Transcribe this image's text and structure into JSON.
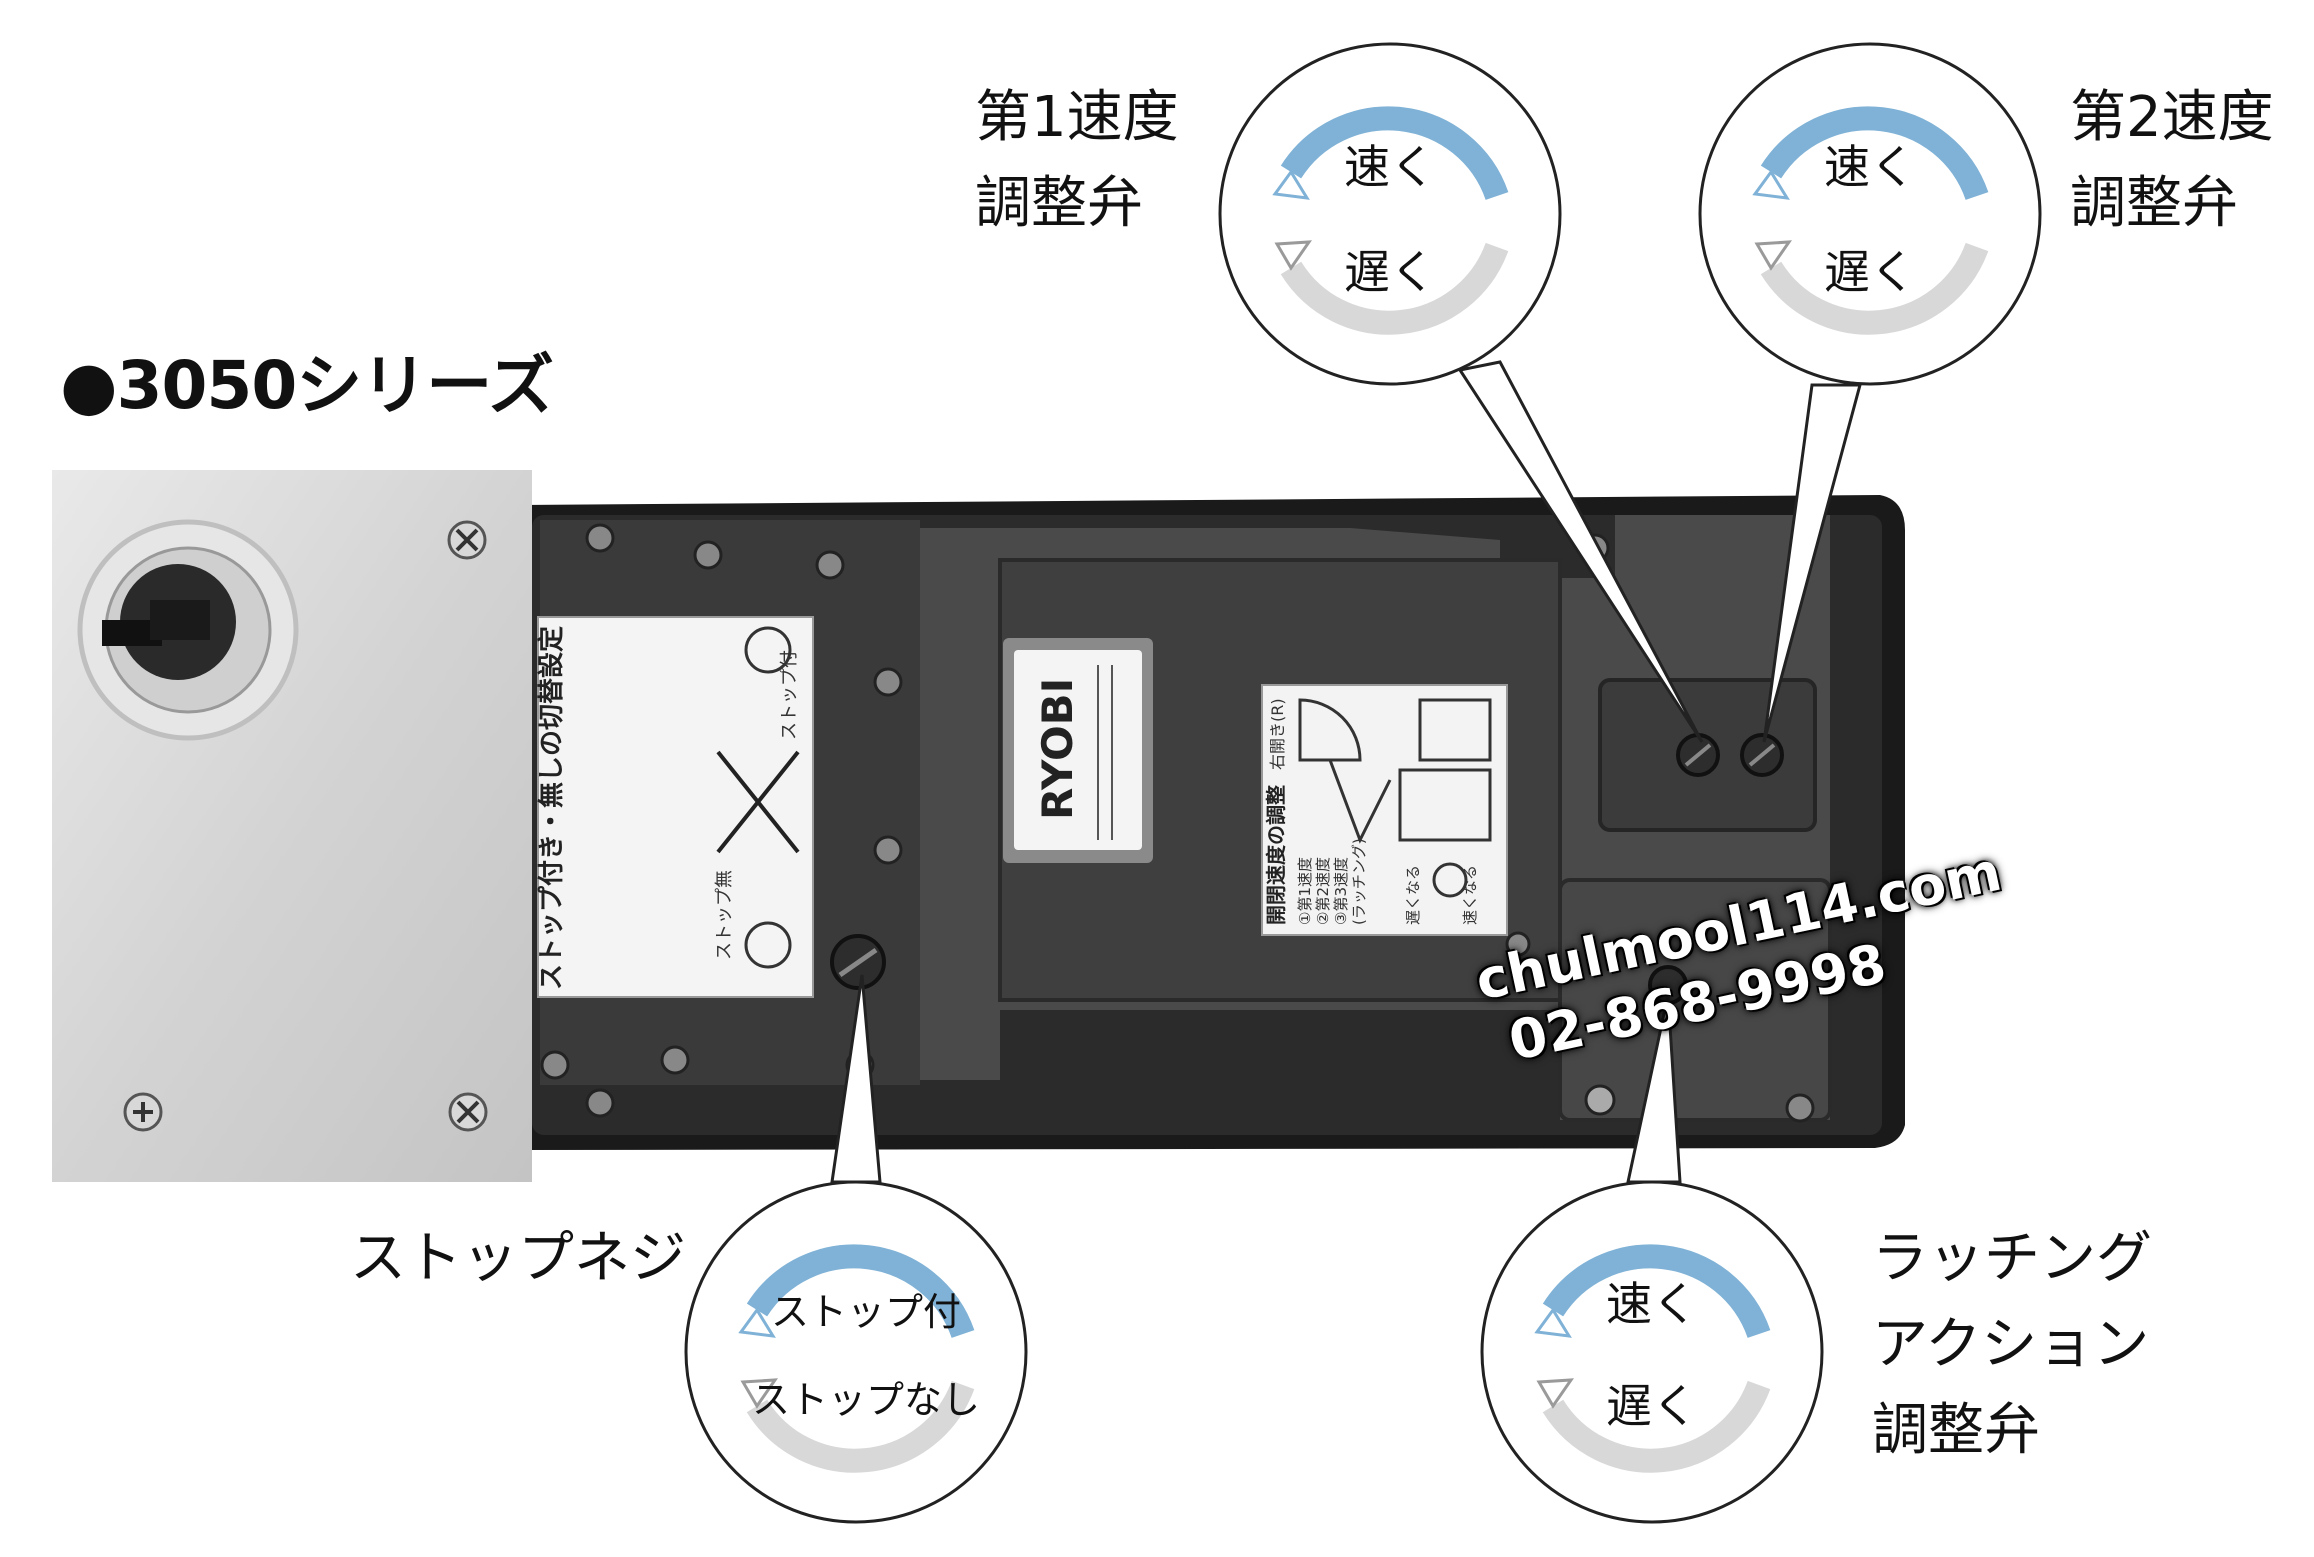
{
  "series_title": "●3050シリーズ",
  "callouts": {
    "speed1": {
      "line1": "第1速度",
      "line2": "調整弁"
    },
    "speed2": {
      "line1": "第2速度",
      "line2": "調整弁"
    },
    "stop_screw": {
      "line1": "ストップネジ"
    },
    "latching": {
      "line1": "ラッチング",
      "line2": "アクション",
      "line3": "調整弁"
    }
  },
  "dials": {
    "speed1": {
      "top": "速く",
      "bottom": "遅く"
    },
    "speed2": {
      "top": "速く",
      "bottom": "遅く"
    },
    "stop": {
      "top": "ストップ付",
      "bottom": "ストップなし"
    },
    "latching": {
      "top": "速く",
      "bottom": "遅く"
    }
  },
  "device": {
    "brand": "RYOBI",
    "left_label_title": "ストップ付き・無しの切替設定",
    "left_label_a": "ストップ付",
    "left_label_b": "ストップ無",
    "right_label_title": "開閉速度の調整",
    "right_label_side": "右開き(R)",
    "right_label_lines": [
      "①第1速度",
      "②第2速度",
      "③第3速度",
      "(ラッチング)"
    ],
    "right_label_fast": "速くなる",
    "right_label_slow": "遅くなる"
  },
  "watermark": {
    "site": "chulmool114.com",
    "phone": "02-868-9998"
  },
  "colors": {
    "arrow_fast": "#9ccbe8",
    "arrow_slow": "#d8d8d8",
    "body": "#3c3c3c"
  }
}
